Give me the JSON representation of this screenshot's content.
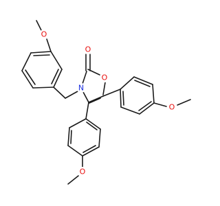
{
  "molecule": {
    "colors": {
      "bond": "#1a1a1a",
      "oxygen": "#e8100f",
      "nitrogen": "#1b2fe0",
      "background": "#ffffff"
    },
    "labels": {
      "ring_oxygen": "O",
      "carbonyl_oxygen": "O",
      "ring_nitrogen": "N",
      "methoxy_top_oxygen": "O",
      "methoxy_right_oxygen": "O",
      "methoxy_bottom_oxygen": "O"
    }
  }
}
